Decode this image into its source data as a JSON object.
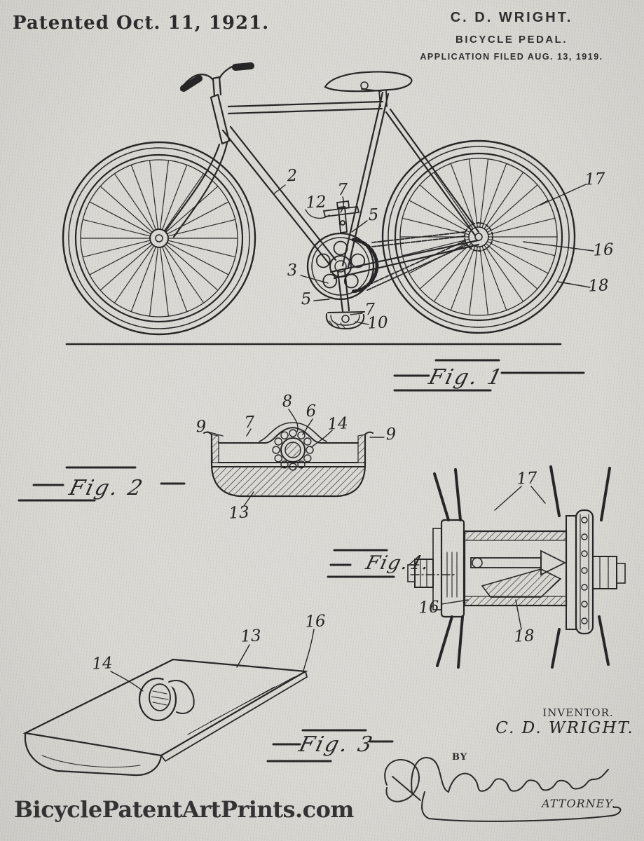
{
  "header": {
    "patented_line": "Patented Oct. 11, 1921.",
    "inventor_name": "C. D. WRIGHT.",
    "doc_title": "BICYCLE PEDAL.",
    "application_line": "APPLICATION FILED AUG. 13, 1919."
  },
  "figure_labels": {
    "fig1": "Fig. 1",
    "fig2": "Fig. 2",
    "fig3": "Fig. 3",
    "fig4": "Fig.4."
  },
  "reference_numerals": {
    "fig1": [
      "2",
      "7",
      "12",
      "5",
      "3",
      "5",
      "7",
      "10",
      "17",
      "16",
      "18"
    ],
    "fig2": [
      "8",
      "6",
      "14",
      "9",
      "7",
      "9",
      "13"
    ],
    "fig3": [
      "14",
      "13",
      "16"
    ],
    "fig4": [
      "17",
      "16",
      "18"
    ]
  },
  "signature_block": {
    "by_label": "BY",
    "inventor_caption": "INVENTOR.",
    "inventor_signature": "C. D. WRIGHT.",
    "attorney_caption": "ATTORNEY."
  },
  "watermark": "BicyclePatentArtPrints.com",
  "colors": {
    "paper": "#d9d8d3",
    "ink": "#262626"
  }
}
